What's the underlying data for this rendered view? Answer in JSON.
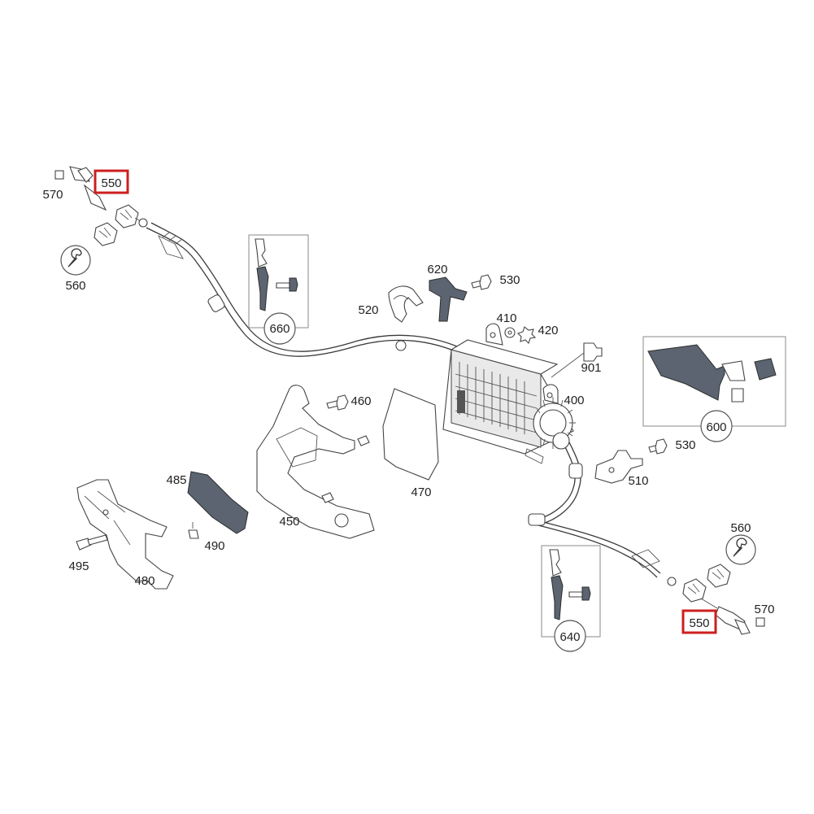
{
  "colors": {
    "highlight": "#cc1f1f",
    "ink": "#222222",
    "dark_part": "#5b6470"
  },
  "labels": {
    "p550_top": "550",
    "p570_top": "570",
    "p560_top": "560",
    "p660": "660",
    "p620": "620",
    "p530_top": "530",
    "p520": "520",
    "p410": "410",
    "p420": "420",
    "p901": "901",
    "p400": "400",
    "p460": "460",
    "p470": "470",
    "p450": "450",
    "p485": "485",
    "p490": "490",
    "p495": "495",
    "p480": "480",
    "p600": "600",
    "p530_right": "530",
    "p510": "510",
    "p560_bottom": "560",
    "p640": "640",
    "p570_bottom": "570",
    "p550_bottom": "550"
  },
  "icons": {
    "wrench": "wrench-icon"
  }
}
